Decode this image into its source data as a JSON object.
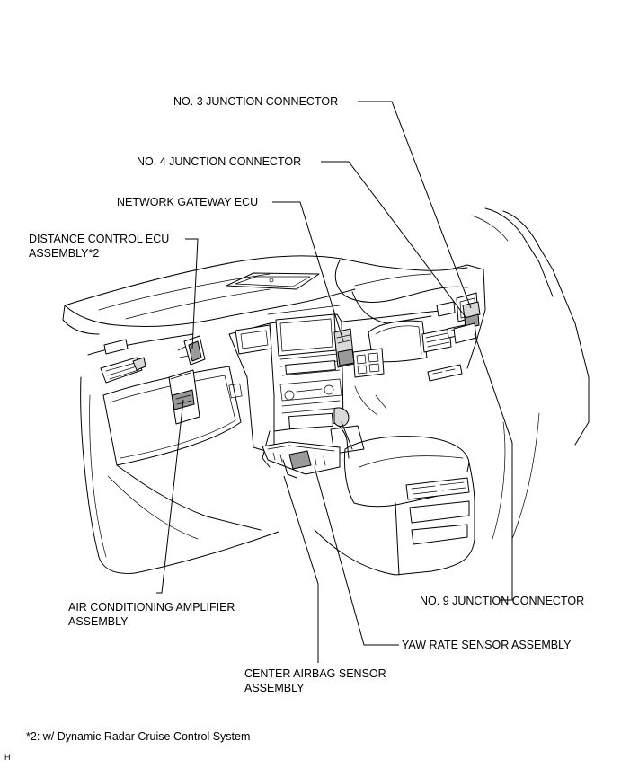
{
  "labels": {
    "no3_junction": "NO. 3 JUNCTION CONNECTOR",
    "no4_junction": "NO. 4 JUNCTION CONNECTOR",
    "network_gateway": "NETWORK GATEWAY ECU",
    "distance_control_line1": "DISTANCE CONTROL ECU",
    "distance_control_line2": "ASSEMBLY*2",
    "air_conditioning_line1": "AIR CONDITIONING AMPLIFIER",
    "air_conditioning_line2": "ASSEMBLY",
    "no9_junction": "NO. 9 JUNCTION CONNECTOR",
    "yaw_rate": "YAW RATE SENSOR ASSEMBLY",
    "center_airbag_line1": "CENTER AIRBAG SENSOR",
    "center_airbag_line2": "ASSEMBLY"
  },
  "footnote": "*2: w/ Dynamic Radar Cruise Control System",
  "corner_mark": "H"
}
